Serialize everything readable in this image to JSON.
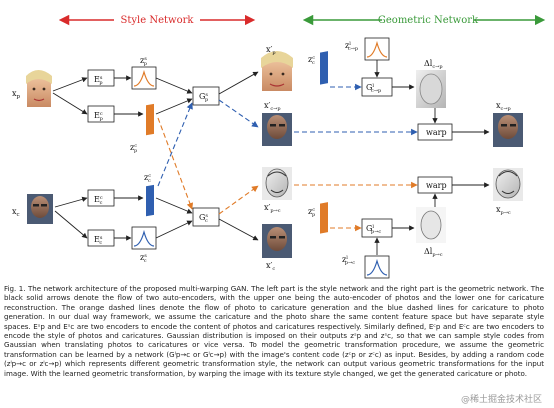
{
  "figure": {
    "headers": {
      "left": "Style Network",
      "right": "Geometric Network"
    },
    "colors": {
      "red": "#d92b2b",
      "green": "#3a9a3a",
      "orange": "#e07b28",
      "blue": "#2f5fb0",
      "arrow": "#222222"
    },
    "labels": {
      "x_p": "x",
      "x_p_sub": "p",
      "x_c": "x",
      "x_c_sub": "c",
      "E_p_s": "E",
      "E_p_s_sub": "p",
      "E_p_s_sup": "s",
      "E_p_c": "E",
      "E_p_c_sub": "p",
      "E_p_c_sup": "c",
      "E_c_s": "E",
      "E_c_s_sub": "c",
      "E_c_s_sup": "s",
      "E_c_c": "E",
      "E_c_c_sub": "c",
      "E_c_c_sup": "c",
      "z_p_s": "z",
      "z_p_s_sub": "p",
      "z_p_s_sup": "s",
      "z_p_c": "z",
      "z_p_c_sub": "p",
      "z_p_c_sup": "c",
      "z_c_c": "z",
      "z_c_c_sub": "c",
      "z_c_c_sup": "c",
      "z_c_s": "z",
      "z_c_s_sub": "c",
      "z_c_s_sup": "s",
      "G_p_s": "G",
      "G_p_s_sub": "p",
      "G_p_s_sup": "s",
      "G_c_s": "G",
      "G_c_s_sub": "c",
      "G_c_s_sup": "s",
      "x_prime_p": "x′",
      "x_prime_p_sub": "p",
      "x_prime_c": "x′",
      "x_prime_c_sub": "c",
      "x_prime_cp": "x′",
      "x_prime_cp_sub": "c→p",
      "x_prime_pc": "x′",
      "x_prime_pc_sub": "p→c",
      "z_c_c_geo": "z",
      "z_c_c_geo_sub": "c",
      "z_c_c_geo_sup": "c",
      "z_l_cp": "z",
      "z_l_cp_sub": "c→p",
      "z_l_cp_sup": "l",
      "G_l_cp": "G",
      "G_l_cp_sub": "c→p",
      "G_l_cp_sup": "l",
      "delta_cp": "Δl",
      "delta_cp_sub": "c→p",
      "x_cp": "x",
      "x_cp_sub": "c→p",
      "warp_top": "warp",
      "warp_bottom": "warp",
      "x_pc": "x",
      "x_pc_sub": "p→c",
      "z_p_c_geo": "z",
      "z_p_c_geo_sub": "p",
      "z_p_c_geo_sup": "c",
      "G_l_pc": "G",
      "G_l_pc_sub": "p→c",
      "G_l_pc_sup": "l",
      "delta_pc": "Δl",
      "delta_pc_sub": "p→c",
      "z_l_pc": "z",
      "z_l_pc_sub": "p→c",
      "z_l_pc_sup": "l"
    }
  },
  "caption": "Fig. 1. The network architecture of the proposed multi-warping GAN. The left part is the style network and the right part is the geometric network. The black solid arrows denote the flow of two auto-encoders, with the upper one being the auto-encoder of photos and the lower one for caricature reconstruction. The orange dashed lines denote the flow of photo to caricature generation and the blue dashed lines for caricature to photo generation. In our dual way framework, we assume the caricature and the photo share the same content feature space but have separate style spaces. Eˢp and Eˢc are two encoders to encode the content of photos and caricatures respectively. Similarly defined, Eᶜp and Eᶜc are two encoders to encode the style of photos and caricatures. Gaussian distribution is imposed on their outputs zˢp and zˢc, so that we can sample style codes from Gaussian when translating photos to caricatures or vice versa. To model the geometric transformation procedure, we assume the geometric transformation can be learned by a network (Gˡp→c or Gˡc→p) with the image's content code (zᶜp or zᶜc) as input. Besides, by adding a random code (zˡp→c or zˡc→p) which represents different geometric transformation style, the network can output various geometric transformations for the input image. With the learned geometric transformation, by warping the image with its texture style changed, we get the generated caricature or photo.",
  "watermark": "@稀土掘金技术社区"
}
